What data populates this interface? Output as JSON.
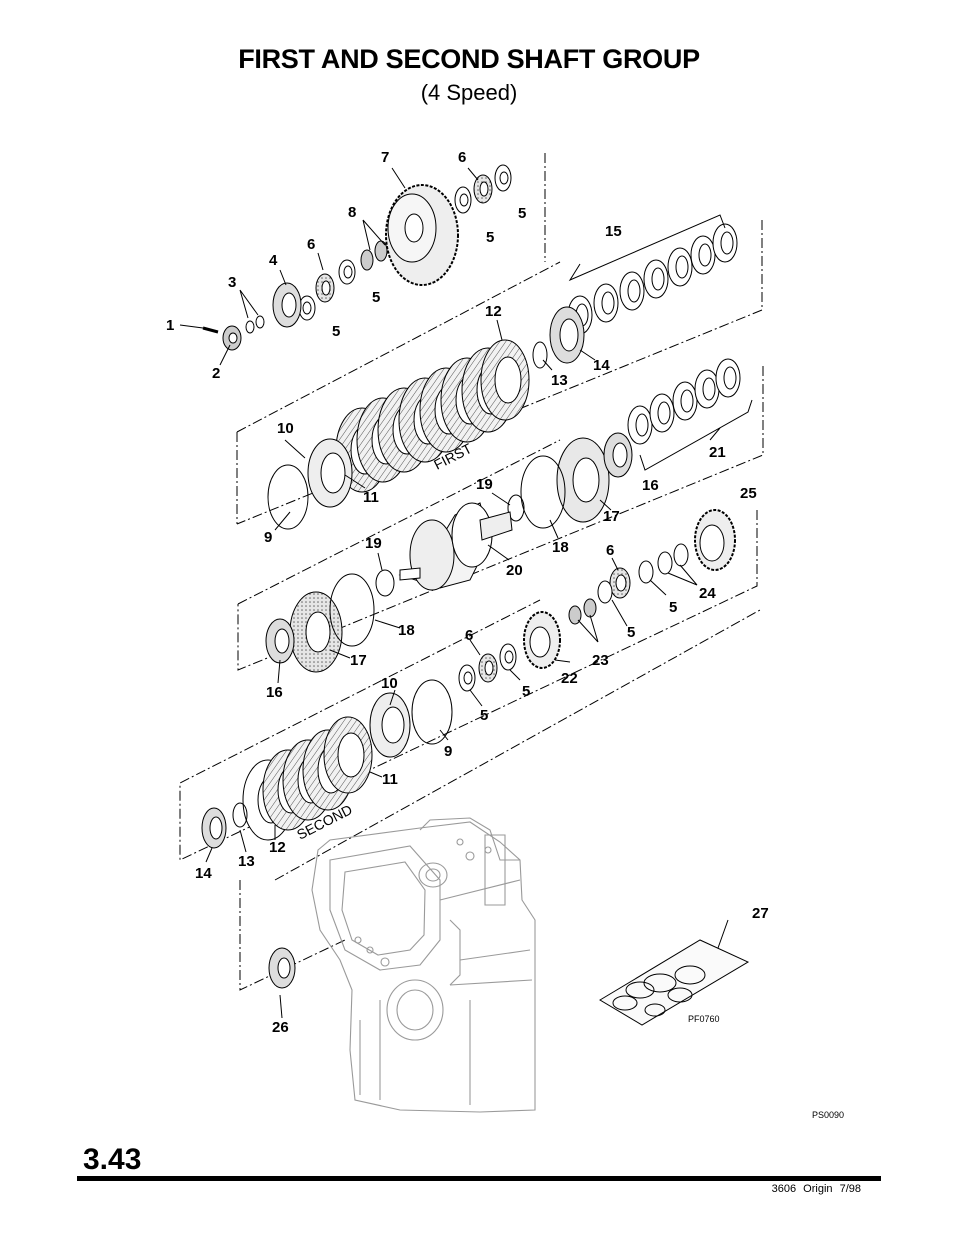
{
  "header": {
    "title": "FIRST AND SECOND SHAFT GROUP",
    "subtitle": "(4 Speed)"
  },
  "diagram": {
    "callouts": [
      "7",
      "6",
      "8",
      "5",
      "5",
      "15",
      "6",
      "4",
      "3",
      "5",
      "1",
      "5",
      "12",
      "2",
      "13",
      "14",
      "10",
      "21",
      "FIRST",
      "19",
      "16",
      "25",
      "11",
      "17",
      "9",
      "19",
      "18",
      "20",
      "6",
      "24",
      "5",
      "18",
      "5",
      "17",
      "23",
      "6",
      "16",
      "10",
      "22",
      "5",
      "5",
      "9",
      "11",
      "SECOND",
      "12",
      "13",
      "14",
      "27",
      "26"
    ],
    "group_labels": {
      "first": "FIRST",
      "second": "SECOND"
    },
    "codes": {
      "kit": "PF0760",
      "illustration": "PS0090"
    }
  },
  "footer": {
    "page_number": "3.43",
    "doc_info": "3606  Origin  7/98"
  }
}
